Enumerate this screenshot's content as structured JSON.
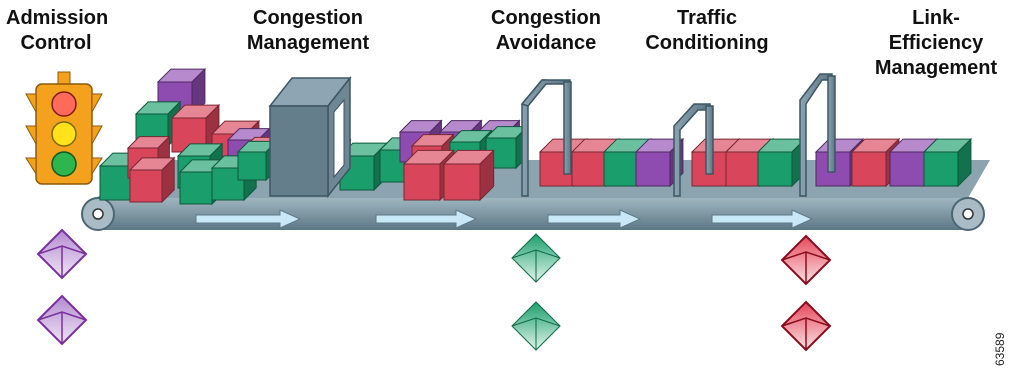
{
  "stages": [
    {
      "id": "admission",
      "lines": [
        "Admission",
        "Control"
      ]
    },
    {
      "id": "congestion-mgmt",
      "lines": [
        "Congestion",
        "Management"
      ]
    },
    {
      "id": "congestion-avoid",
      "lines": [
        "Congestion",
        "Avoidance"
      ]
    },
    {
      "id": "traffic-cond",
      "lines": [
        "Traffic",
        "Conditioning"
      ]
    },
    {
      "id": "link-eff",
      "lines": [
        "Link-",
        "Efficiency",
        "Management"
      ]
    }
  ],
  "figure_id": "63589",
  "colors": {
    "purple": "#8e4bb0",
    "red": "#d9455a",
    "green": "#1a9e6c",
    "belt": "#6f8c99",
    "gate": "#6b8796",
    "arrow": "#c8e8f8",
    "light_red": "#ff6a5a",
    "light_yellow": "#ffe21a",
    "light_green": "#2fb54d",
    "light_housing": "#f4a21e"
  },
  "icons": {
    "traffic_light": "traffic-light-icon",
    "packet_cube": "packet-cube-icon",
    "gate": "gate-frame-icon",
    "diamond": "packet-diamond-icon"
  }
}
